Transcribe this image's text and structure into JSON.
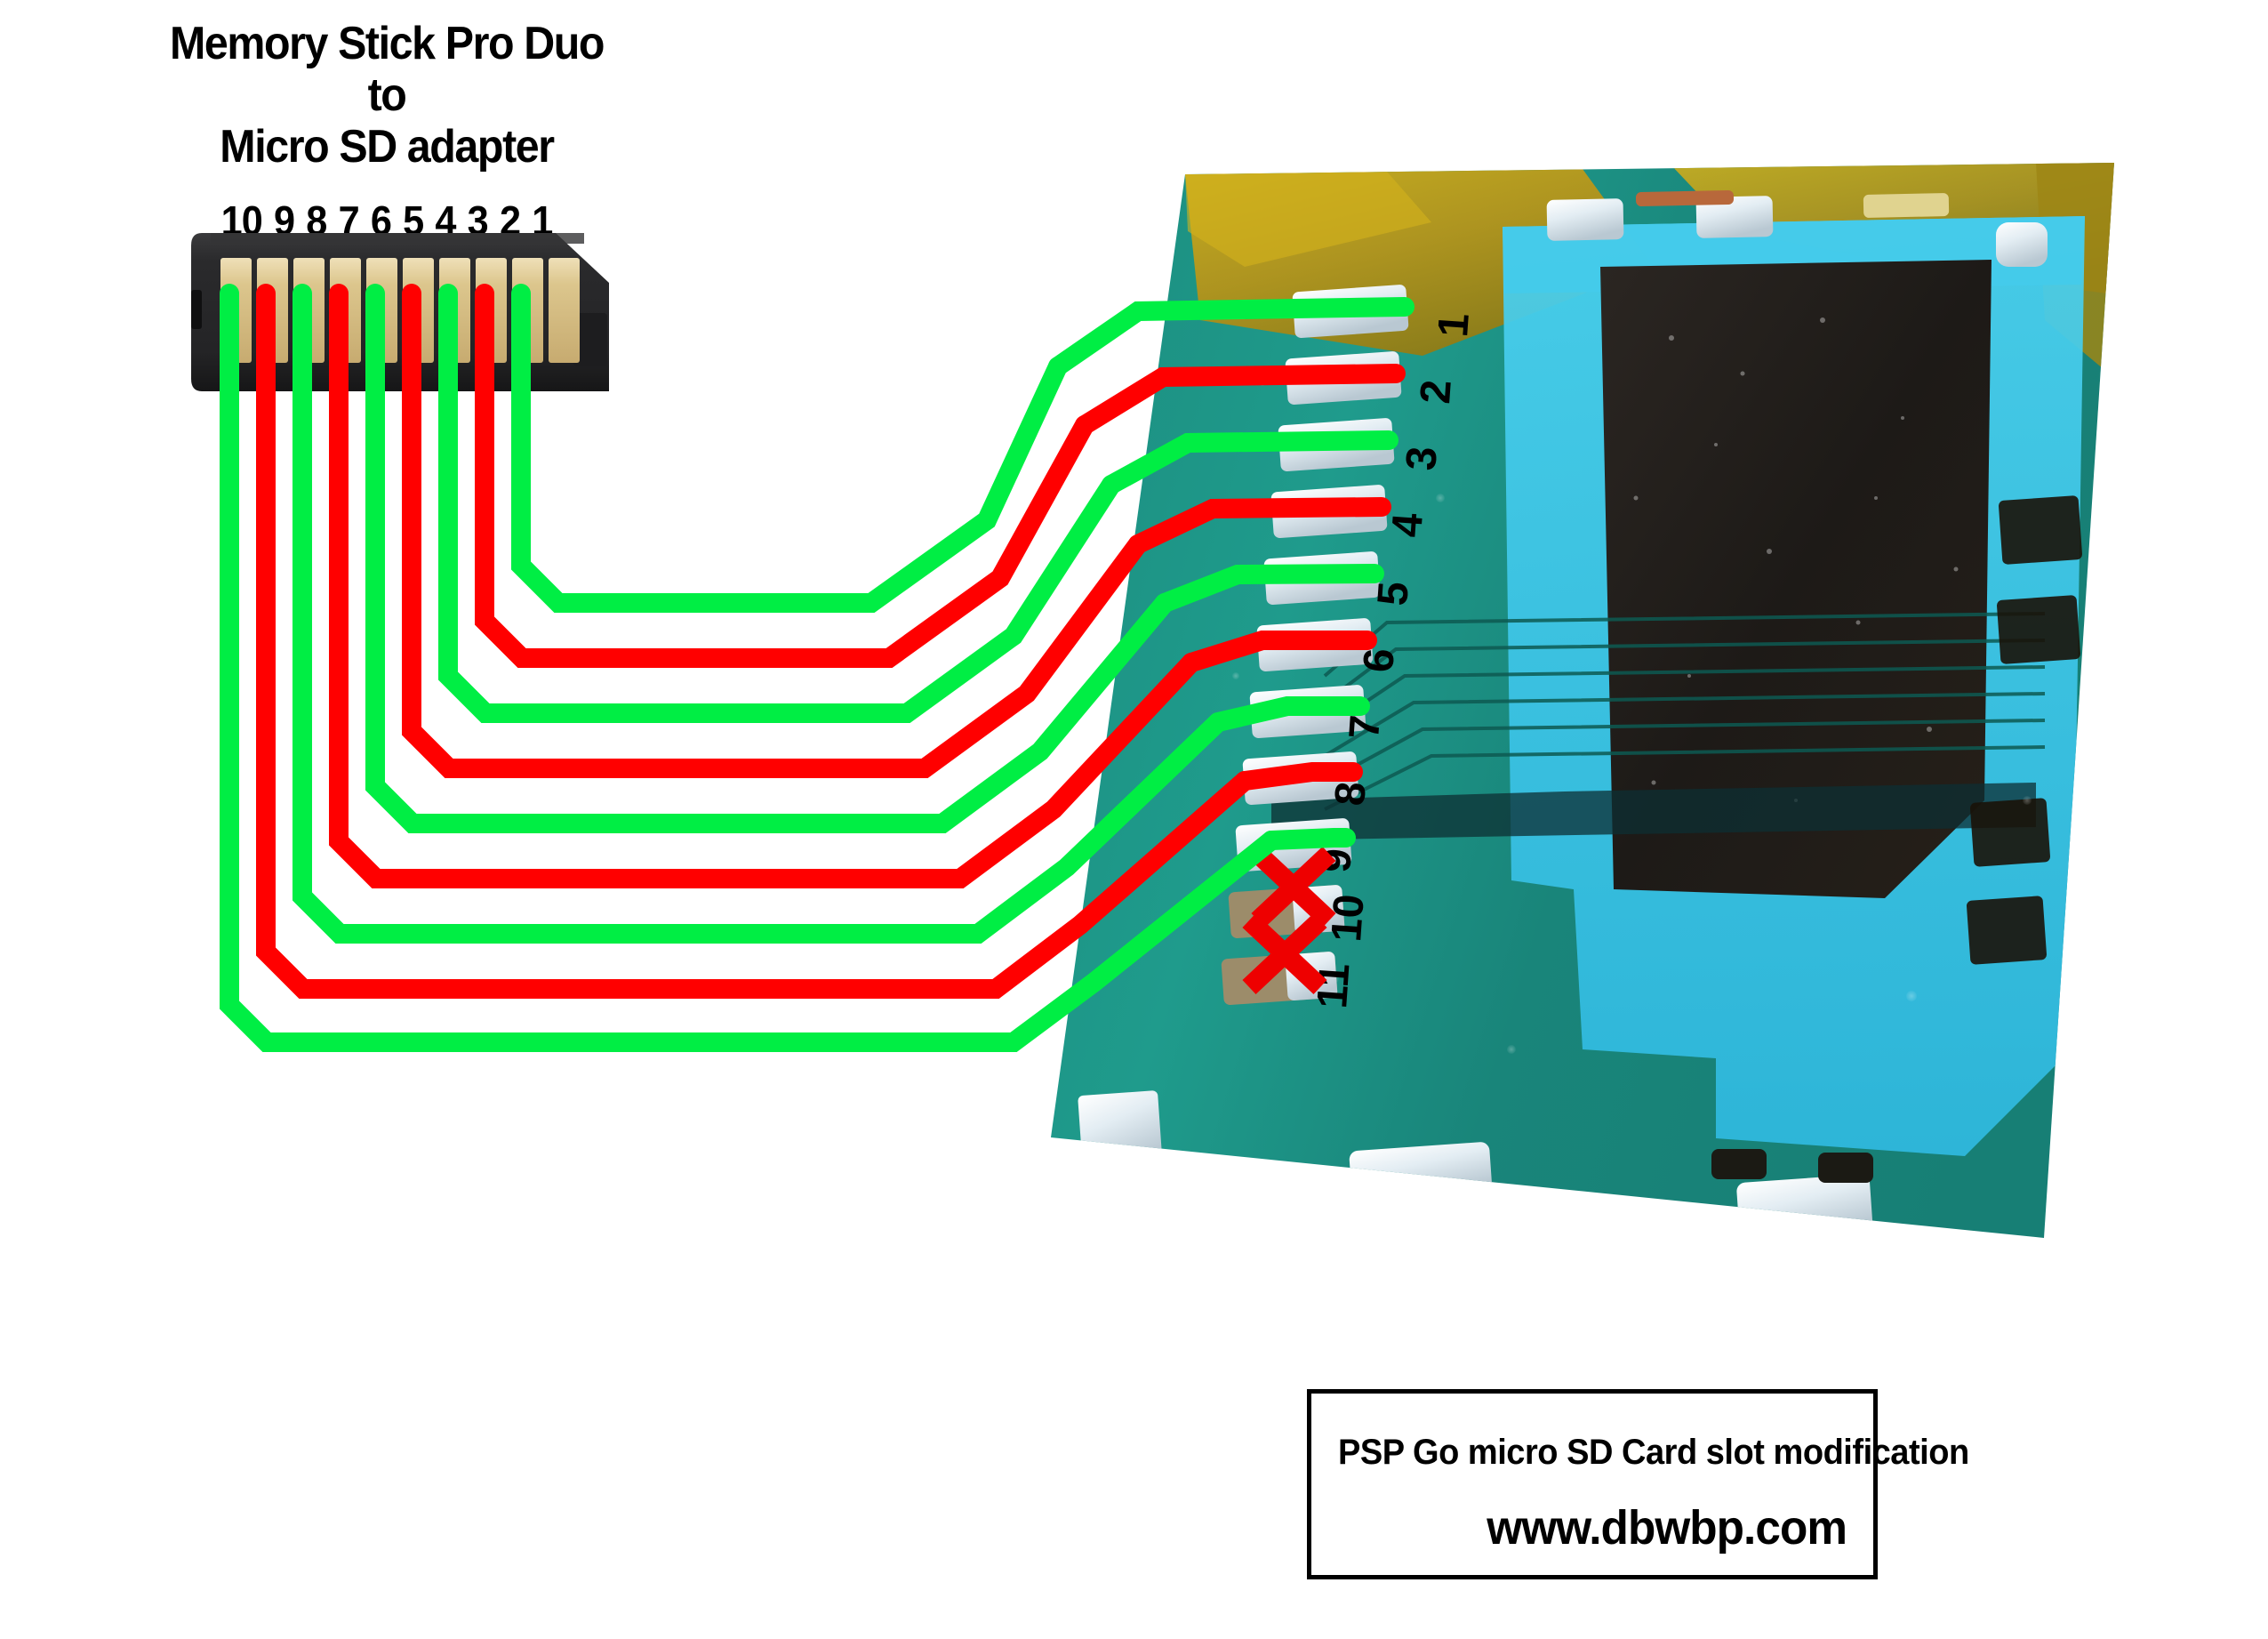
{
  "title": {
    "line1": "Memory Stick Pro Duo to",
    "line2": "Micro SD adapter"
  },
  "adapter": {
    "pin_labels": [
      "10",
      "9",
      "8",
      "7",
      "6",
      "5",
      "4",
      "3",
      "2",
      "1"
    ],
    "pin_count": 10,
    "unwired_pin": "1"
  },
  "pcb": {
    "pin_labels": [
      "1",
      "2",
      "3",
      "4",
      "5",
      "6",
      "7",
      "8",
      "9",
      "10",
      "11"
    ],
    "pin_count": 11,
    "crossed_out_pins": [
      "10",
      "11"
    ],
    "cross_mark": "X"
  },
  "wiring": {
    "colors": {
      "green": "#00ee44",
      "red": "#ff0000",
      "cross": "#ee0000"
    },
    "connections": [
      {
        "adapter_pin": "2",
        "pcb_pin": "1",
        "color": "green"
      },
      {
        "adapter_pin": "3",
        "pcb_pin": "2",
        "color": "red"
      },
      {
        "adapter_pin": "4",
        "pcb_pin": "3",
        "color": "green"
      },
      {
        "adapter_pin": "5",
        "pcb_pin": "4",
        "color": "red"
      },
      {
        "adapter_pin": "6",
        "pcb_pin": "5",
        "color": "green"
      },
      {
        "adapter_pin": "7",
        "pcb_pin": "6",
        "color": "red"
      },
      {
        "adapter_pin": "8",
        "pcb_pin": "7",
        "color": "green"
      },
      {
        "adapter_pin": "9",
        "pcb_pin": "8",
        "color": "red"
      },
      {
        "adapter_pin": "10",
        "pcb_pin": "9",
        "color": "green"
      }
    ]
  },
  "caption": {
    "title": "PSP Go micro SD Card slot modification",
    "url": "www.dbwbp.com"
  },
  "palette": {
    "wire_green": "#00ee44",
    "wire_red": "#ff0000",
    "card_body": "#2e2e30",
    "card_contact": "#d9bd82",
    "pcb_green": "#1d8c7e",
    "pcb_teal": "#39c6e8",
    "pcb_gold": "#b79a16",
    "solder_silver": "#e8eef2",
    "ic_black": "#241f1c"
  }
}
